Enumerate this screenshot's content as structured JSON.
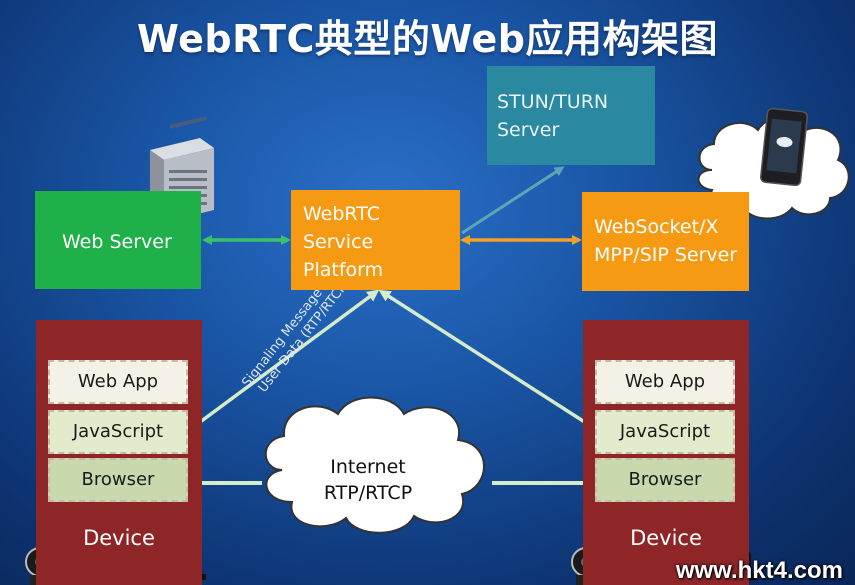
{
  "title": "WebRTC典型的Web应用构架图",
  "nodes": {
    "web_server": "Web Server",
    "webrtc_platform": [
      "WebRTC",
      "Service",
      "Platform"
    ],
    "stun_turn": [
      "STUN/TURN",
      "Server"
    ],
    "websocket": [
      "WebSocket/X",
      "MPP/SIP Server"
    ]
  },
  "device": {
    "label": "Device",
    "layers": [
      "Web App",
      "JavaScript",
      "Browser"
    ]
  },
  "internet": [
    "Internet",
    "RTP/RTCP"
  ],
  "edge_labels": {
    "signaling": "Signaling Message",
    "user_data": "User Data (RTP/RTCP)"
  },
  "watermark": "www.hkt4.com",
  "colors": {
    "green": "#1fb04a",
    "orange": "#f59a12",
    "teal": "#2a88a0",
    "device_red": "#8e2628",
    "arrow_green": "#3cc06a",
    "arrow_light": "#d6ebc8"
  },
  "icons": [
    "server-rack-icon",
    "smartphone-icon",
    "webcam-icon",
    "microphone-icon"
  ]
}
